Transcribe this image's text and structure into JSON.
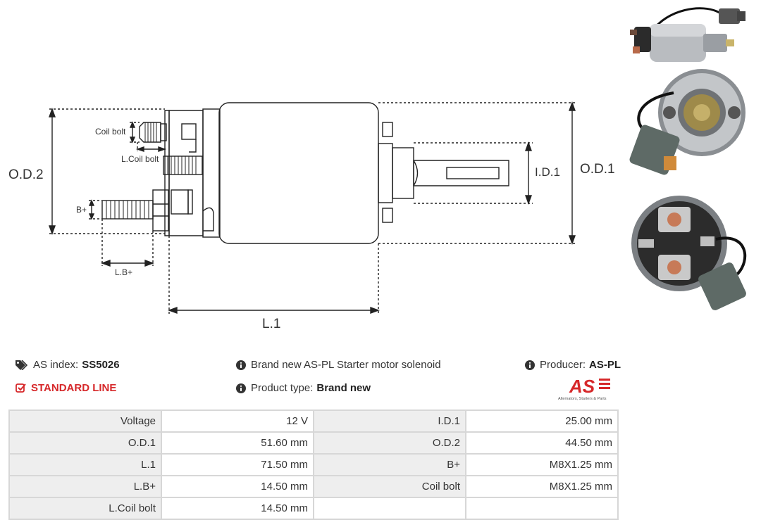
{
  "diagram": {
    "labels": {
      "od2": "O.D.2",
      "od1": "O.D.1",
      "id1": "I.D.1",
      "l1": "L.1",
      "coil_bolt": "Coil bolt",
      "l_coil_bolt": "L.Coil bolt",
      "b_plus": "B+",
      "l_b_plus": "L.B+"
    }
  },
  "photos": [
    {
      "icon": "solenoid-side-photo"
    },
    {
      "icon": "solenoid-rear-photo"
    },
    {
      "icon": "solenoid-terminals-photo"
    }
  ],
  "info": {
    "as_index_label": "AS index:",
    "as_index_value": "SS5026",
    "description": "Brand new AS-PL Starter motor solenoid",
    "producer_label": "Producer:",
    "producer_value": "AS-PL",
    "standard_line": "STANDARD LINE",
    "product_type_label": "Product type:",
    "product_type_value": "Brand new"
  },
  "logo": {
    "text": "AS",
    "tagline": "Alternators, Starters & Parts",
    "color": "#d6282a"
  },
  "specs": [
    {
      "label": "Voltage",
      "value": "12 V",
      "label2": "I.D.1",
      "value2": "25.00 mm"
    },
    {
      "label": "O.D.1",
      "value": "51.60 mm",
      "label2": "O.D.2",
      "value2": "44.50 mm"
    },
    {
      "label": "L.1",
      "value": "71.50 mm",
      "label2": "B+",
      "value2": "M8X1.25 mm"
    },
    {
      "label": "L.B+",
      "value": "14.50 mm",
      "label2": "Coil bolt",
      "value2": "M8X1.25 mm"
    },
    {
      "label": "L.Coil bolt",
      "value": "14.50 mm",
      "label2": "",
      "value2": ""
    }
  ],
  "colors": {
    "accent": "#d6282a",
    "table_label_bg": "#eeeeee",
    "table_border": "#d7d7d7"
  }
}
